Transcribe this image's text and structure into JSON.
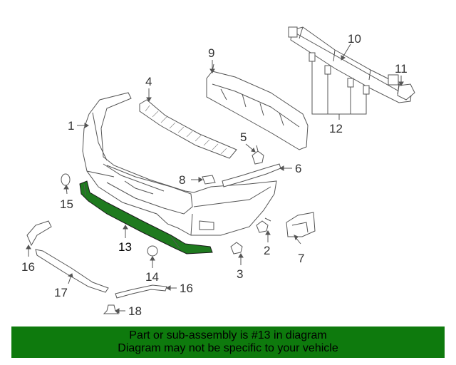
{
  "diagram": {
    "highlight_color": "#1e7a1e",
    "callouts": [
      {
        "id": "1",
        "label": "1"
      },
      {
        "id": "2",
        "label": "2"
      },
      {
        "id": "3",
        "label": "3"
      },
      {
        "id": "4",
        "label": "4"
      },
      {
        "id": "5",
        "label": "5"
      },
      {
        "id": "6",
        "label": "6"
      },
      {
        "id": "7",
        "label": "7"
      },
      {
        "id": "8",
        "label": "8"
      },
      {
        "id": "9",
        "label": "9"
      },
      {
        "id": "10",
        "label": "10"
      },
      {
        "id": "11",
        "label": "11"
      },
      {
        "id": "12",
        "label": "12"
      },
      {
        "id": "13",
        "label": "13"
      },
      {
        "id": "14",
        "label": "14"
      },
      {
        "id": "15",
        "label": "15"
      },
      {
        "id": "16a",
        "label": "16"
      },
      {
        "id": "16b",
        "label": "16"
      },
      {
        "id": "17",
        "label": "17"
      },
      {
        "id": "18",
        "label": "18"
      }
    ]
  },
  "banner": {
    "color": "#0e7a0d",
    "line1": "Part or sub-assembly is #13 in diagram",
    "line2": "Diagram may not be specific to your vehicle"
  }
}
